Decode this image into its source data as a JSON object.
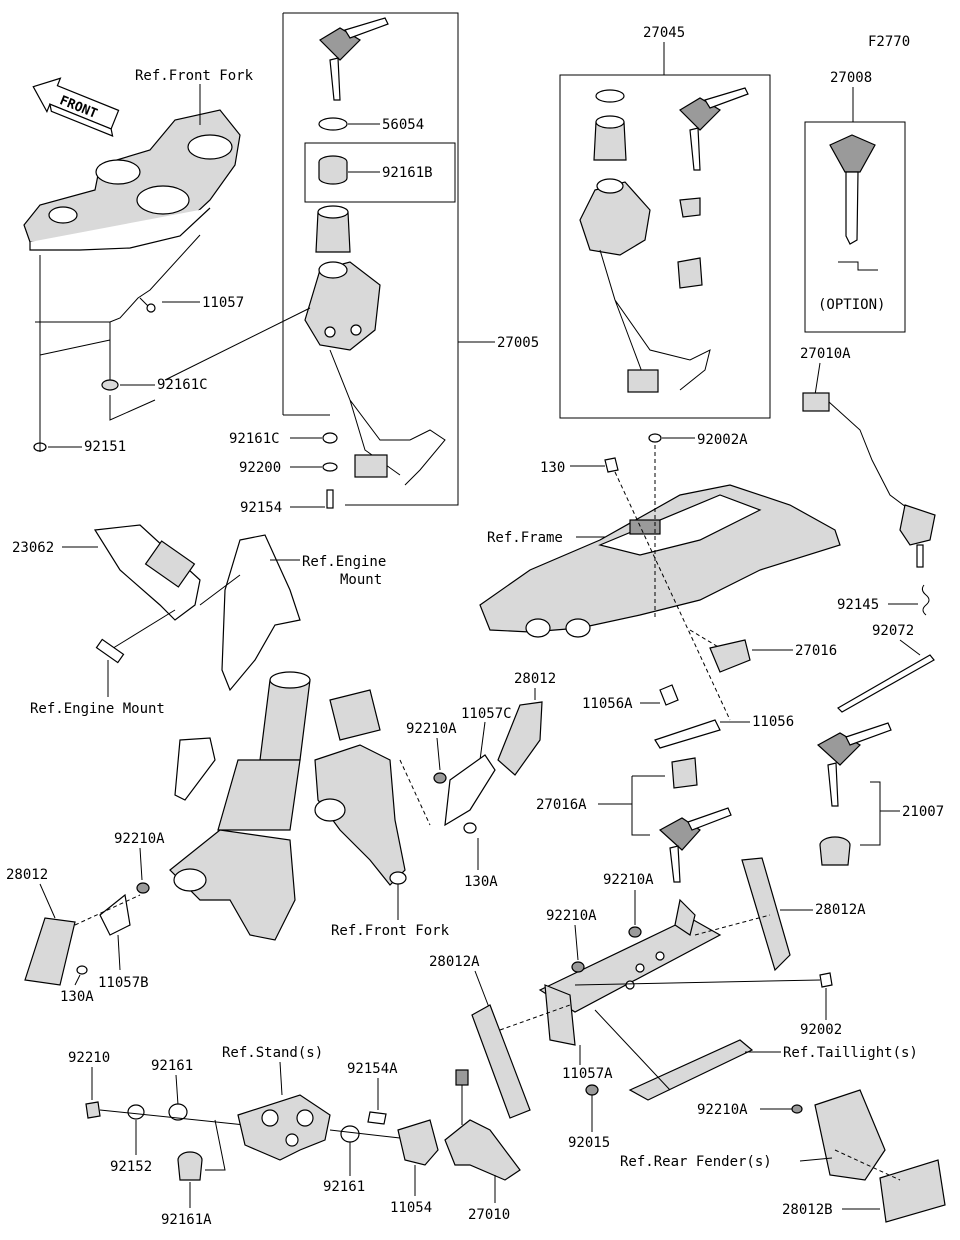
{
  "figure_code": "F2770",
  "front_arrow": "FRONT",
  "option_label": "(OPTION)",
  "labels": {
    "ref_front_fork_top": "Ref.Front Fork",
    "p56054": "56054",
    "p92161B": "92161B",
    "p27045": "27045",
    "p27008": "27008",
    "p11057": "11057",
    "p27005": "27005",
    "p92161C_l": "92161C",
    "p92161C": "92161C",
    "p92151": "92151",
    "p92200": "92200",
    "p92154": "92154",
    "p27010A": "27010A",
    "p92002A": "92002A",
    "p130": "130",
    "ref_frame": "Ref.Frame",
    "p23062": "23062",
    "ref_engine_mount_1": "Ref.Engine",
    "ref_engine_mount_2": "Mount",
    "ref_engine_mount_b": "Ref.Engine Mount",
    "p92145": "92145",
    "p92072": "92072",
    "p27016": "27016",
    "p28012_top": "28012",
    "p92210A_1": "92210A",
    "p11057C": "11057C",
    "p11056A": "11056A",
    "p11056": "11056",
    "p27016A": "27016A",
    "p21007": "21007",
    "p92210A_2": "92210A",
    "p28012_left": "28012",
    "p130A_1": "130A",
    "p11057B": "11057B",
    "p130A_2": "130A",
    "p92210A_3": "92210A",
    "p28012A_r": "28012A",
    "p92210A_4": "92210A",
    "ref_front_fork_bottom": "Ref.Front Fork",
    "p28012A_l": "28012A",
    "p92002": "92002",
    "ref_taillight": "Ref.Taillight(s)",
    "p92210": "92210",
    "p92161_1": "92161",
    "ref_stand": "Ref.Stand(s)",
    "p92154A": "92154A",
    "p11057A": "11057A",
    "p92210A_5": "92210A",
    "p92152": "92152",
    "p92015": "92015",
    "ref_rear_fender": "Ref.Rear Fender(s)",
    "p92161A": "92161A",
    "p92161_2": "92161",
    "p11054": "11054",
    "p27010": "27010",
    "p28012B": "28012B"
  }
}
